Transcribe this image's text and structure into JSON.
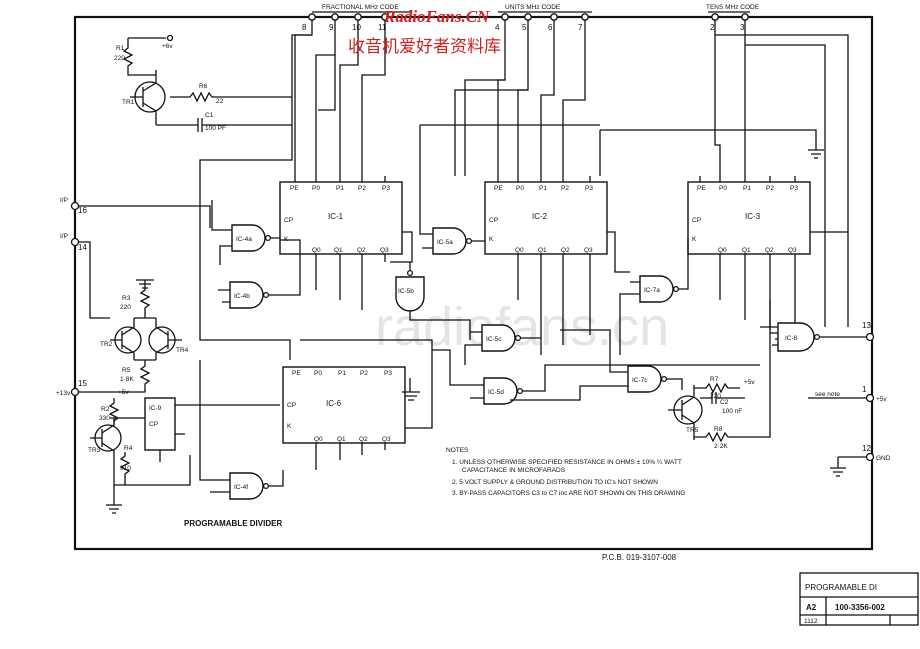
{
  "watermark": {
    "site": "RadioFans.CN",
    "cn": "收音机爱好者资料库",
    "center": "radiofans.cn"
  },
  "header": {
    "fractional_code": "FRACTIONAL MHz CODE",
    "units_code": "UNITS MHz CODE",
    "tens_code": "TENS MHz CODE",
    "fractional_pins": [
      "8",
      "9",
      "10",
      "11"
    ],
    "units_pins": [
      "4",
      "5",
      "6",
      "7"
    ],
    "tens_pins": [
      "2",
      "3"
    ]
  },
  "ics": {
    "ic1": "IC-1",
    "ic2": "IC-2",
    "ic3": "IC-3",
    "ic6": "IC-6",
    "ic9": "IC-9",
    "ic4a": "IC-4a",
    "ic4b": "IC-4b",
    "ic4f": "IC-4f",
    "ic5a": "IC-5a",
    "ic5b": "IC-5b",
    "ic5c": "IC-5c",
    "ic5d": "IC-5d",
    "ic7a": "IC-7a",
    "ic7c": "IC-7c",
    "ic8": "IC-8"
  },
  "counter_pins": {
    "pe": "PE",
    "p0": "P0",
    "p1": "P1",
    "p2": "P2",
    "p3": "P3",
    "q0": "Q0",
    "q1": "Q1",
    "q2": "Q2",
    "q3": "Q3",
    "cp": "CP",
    "k": "K"
  },
  "components": {
    "r1": "R1",
    "r1_val": "220",
    "tr1": "TR1",
    "r6": "R6",
    "r6_val": "22",
    "c1": "C1",
    "c1_val": "100 PF",
    "r3": "R3",
    "r3_val": "220",
    "tr2": "TR2",
    "tr4": "TR4",
    "r5": "R5",
    "r5_val": "1·8K",
    "r2": "R2",
    "r2_val": "330",
    "r4": "R4",
    "r4_val": "910",
    "tr3": "TR3",
    "r7": "R7",
    "r7_val": "220",
    "c2": "C2",
    "c2_val": "100 nF",
    "r8": "R8",
    "r8_val": "2·2K",
    "tr5": "TR5",
    "plus5": "+5v",
    "plus6": "+6v"
  },
  "connectors": {
    "c16": "16",
    "c16_label": "I/P",
    "c14": "14",
    "c14_label": "I/P",
    "c15": "15",
    "c15_label": "+13v",
    "c13": "13",
    "c1": "1",
    "c1_label": "+5v",
    "c1_note": "see note",
    "c12": "12",
    "c12_label": "GND"
  },
  "notes": {
    "title": "NOTES",
    "n1a": "1. UNLESS OTHERWISE SPECIFIED RESISTANCE IN OHMS ± 10% ¼ WATT",
    "n1b": "CAPACITANCE IN MICROFARADS",
    "n2": "2. 5 VOLT SUPPLY & GROUND DISTRIBUTION TO IC's NOT SHOWN",
    "n3": "3. BY-PASS CAPACITORS C3 to C7 inc ARE NOT SHOWN ON THIS DRAWING"
  },
  "diagram_title": "PROGRAMABLE DIVIDER",
  "pcb": "P.C.B. 019-3107-008",
  "title_block": {
    "title": "PROGRAMABLE DI",
    "size": "A2",
    "number": "100-3356-002",
    "code": "1112"
  }
}
